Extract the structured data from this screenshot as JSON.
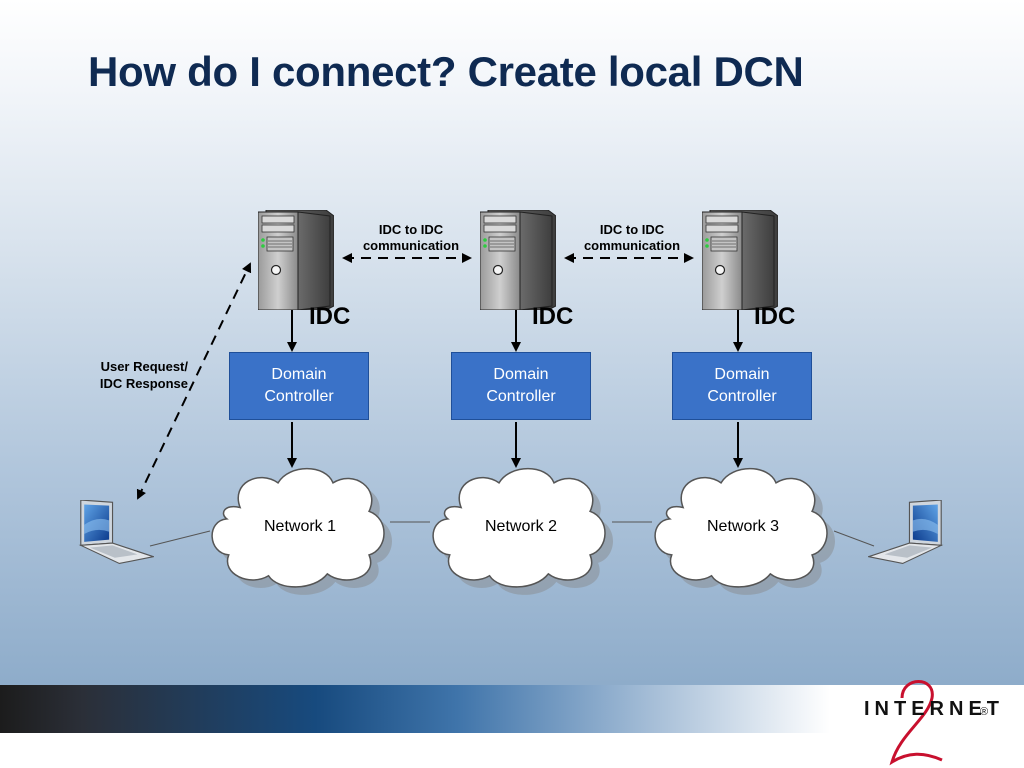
{
  "title": "How do I connect? Create local DCN",
  "idc_label": "IDC",
  "communication_label": "IDC to IDC\ncommunication",
  "user_request_label": "User Request/\nIDC Response",
  "domain_controller_label": "Domain\nController",
  "networks": [
    "Network 1",
    "Network 2",
    "Network 3"
  ],
  "logo_text": "INTERNET",
  "logo_mark": "®",
  "colors": {
    "title": "#0f2a52",
    "domain_box": "#3a72c8",
    "arrow": "#000000"
  }
}
